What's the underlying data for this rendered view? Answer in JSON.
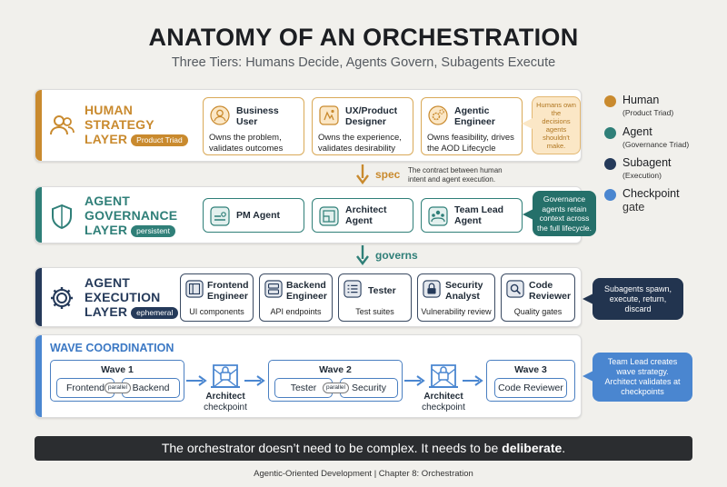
{
  "title": "ANATOMY OF AN ORCHESTRATION",
  "subtitle": "Three Tiers: Humans Decide, Agents Govern, Subagents Execute",
  "colors": {
    "human": "#c98a2e",
    "agent": "#2f7f78",
    "subagent": "#253a5a",
    "checkpoint": "#4a86d0",
    "human_callout": "#fbe7c6",
    "agent_callout": "#25706a",
    "subagent_callout": "#22344f",
    "checkpoint_callout": "#4a86d0"
  },
  "human_layer": {
    "title_line1": "HUMAN",
    "title_line2": "STRATEGY",
    "title_line3": "LAYER",
    "tag": "Product Triad",
    "icon": "people-icon",
    "cards": [
      {
        "title1": "Business",
        "title2": "User",
        "desc1": "Owns the problem,",
        "desc2": "validates outcomes",
        "icon": "user-icon"
      },
      {
        "title1": "UX/Product",
        "title2": "Designer",
        "desc1": "Owns the experience,",
        "desc2": "validates desirability",
        "icon": "design-icon"
      },
      {
        "title1": "Agentic",
        "title2": "Engineer",
        "desc1": "Owns feasibility, drives",
        "desc2": "the AOD Lifecycle",
        "icon": "gears-icon"
      }
    ],
    "callout": [
      "Humans own",
      "the",
      "decisions",
      "agents",
      "shouldn't",
      "make."
    ]
  },
  "spec_connector": {
    "label": "spec",
    "desc1": "The contract between human",
    "desc2": "intent and agent execution."
  },
  "agent_layer": {
    "title_line1": "AGENT",
    "title_line2": "GOVERNANCE",
    "title_line3": "LAYER",
    "tag": "persistent",
    "icon": "shield-icon",
    "cards": [
      {
        "title1": "PM Agent",
        "title2": "",
        "icon": "clipboard-icon"
      },
      {
        "title1": "Architect",
        "title2": "Agent",
        "icon": "blueprint-icon"
      },
      {
        "title1": "Team Lead",
        "title2": "Agent",
        "icon": "team-icon"
      }
    ],
    "callout": [
      "Governance",
      "agents retain",
      "context across",
      "the full lifecycle."
    ]
  },
  "governs_connector": {
    "label": "governs"
  },
  "execution_layer": {
    "title_line1": "AGENT",
    "title_line2": "EXECUTION",
    "title_line3": "LAYER",
    "tag": "ephemeral",
    "icon": "gear-icon",
    "cards": [
      {
        "title1": "Frontend",
        "title2": "Engineer",
        "desc": "UI components",
        "icon": "ui-icon"
      },
      {
        "title1": "Backend",
        "title2": "Engineer",
        "desc": "API endpoints",
        "icon": "server-icon"
      },
      {
        "title1": "Tester",
        "title2": "",
        "desc": "Test suites",
        "icon": "checklist-icon"
      },
      {
        "title1": "Security",
        "title2": "Analyst",
        "desc": "Vulnerability review",
        "icon": "lock-icon"
      },
      {
        "title1": "Code",
        "title2": "Reviewer",
        "desc": "Quality gates",
        "icon": "magnifier-icon"
      }
    ],
    "callout": [
      "Subagents spawn,",
      "execute, return,",
      "discard"
    ]
  },
  "wave_coordination": {
    "title": "WAVE COORDINATION",
    "waves": [
      {
        "title": "Wave 1",
        "left": "Frontend",
        "right": "Backend",
        "parallel": "parallel"
      },
      {
        "title": "Wave 2",
        "left": "Tester",
        "right": "Security",
        "parallel": "parallel"
      },
      {
        "title": "Wave 3",
        "single": "Code Reviewer"
      }
    ],
    "checkpoints": [
      {
        "line1": "Architect",
        "line2": "checkpoint",
        "icon": "gate-icon"
      },
      {
        "line1": "Architect",
        "line2": "checkpoint",
        "icon": "gate-icon"
      }
    ],
    "callout": [
      "Team Lead creates",
      "wave strategy.",
      "Architect validates at",
      "checkpoints"
    ]
  },
  "legend": [
    {
      "name": "Human",
      "sub": "(Product Triad)",
      "color": "#c98a2e"
    },
    {
      "name": "Agent",
      "sub": "(Governance Triad)",
      "color": "#2f7f78"
    },
    {
      "name": "Subagent",
      "sub": "(Execution)",
      "color": "#253a5a"
    },
    {
      "name": "Checkpoint",
      "sub": "gate",
      "color": "#4a86d0"
    }
  ],
  "footer": {
    "text_prefix": "The orchestrator doesn’t need to be complex. It needs to be ",
    "text_bold": "deliberate",
    "text_suffix": ".",
    "note": "Agentic-Oriented Development | Chapter 8: Orchestration"
  }
}
